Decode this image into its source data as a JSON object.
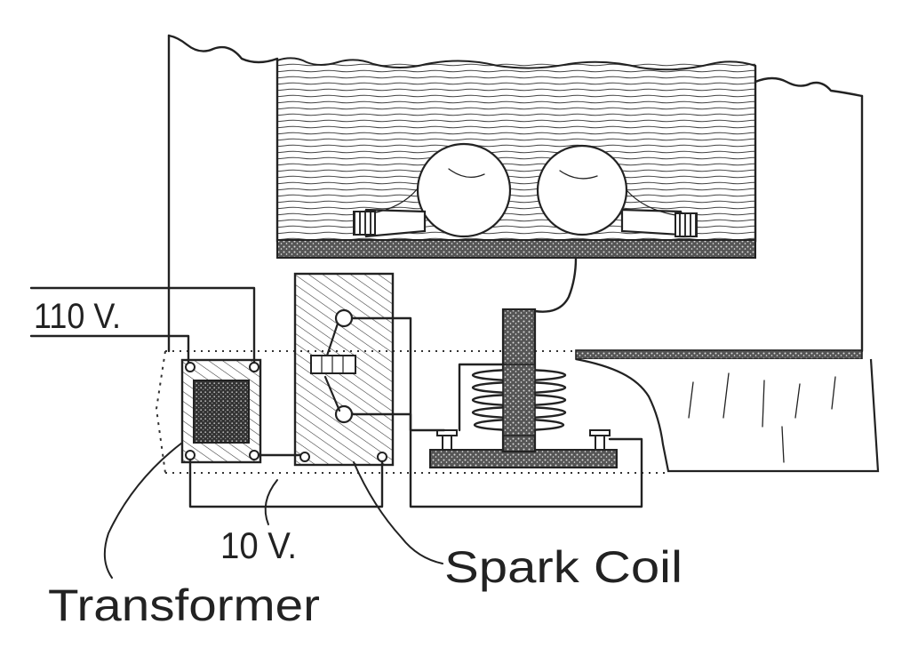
{
  "labels": {
    "supply_voltage": "110 V.",
    "secondary_voltage": "10 V.",
    "transformer": "Transformer",
    "spark_coil": "Spark Coil"
  },
  "colors": {
    "ink": "#222222",
    "paper": "#ffffff"
  }
}
